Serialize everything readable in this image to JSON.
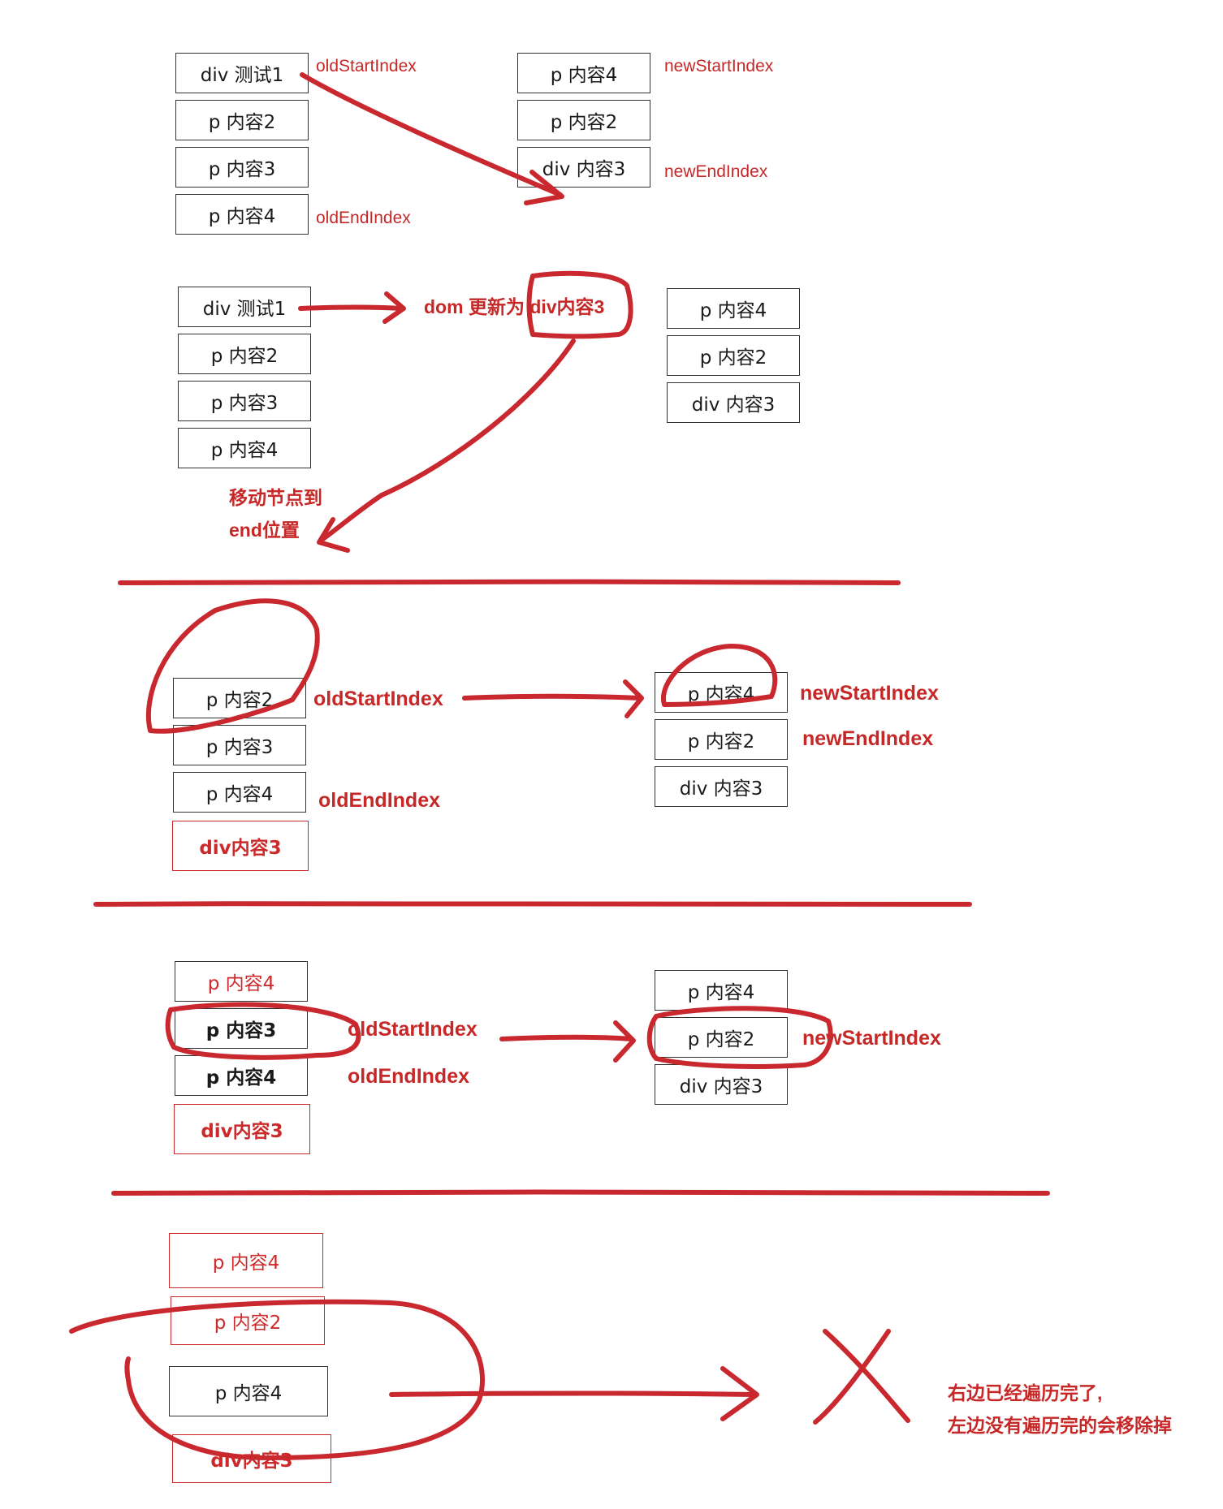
{
  "step1": {
    "old_nodes": [
      "div 测试1",
      "p 内容2",
      "p 内容3",
      "p 内容4"
    ],
    "new_nodes": [
      "p 内容4",
      "p 内容2",
      "div 内容3"
    ],
    "labels": {
      "old_start": "oldStartIndex",
      "old_end": "oldEndIndex",
      "new_start": "newStartIndex",
      "new_end": "newEndIndex"
    }
  },
  "step2": {
    "old_nodes": [
      "div 测试1",
      "p 内容2",
      "p 内容3",
      "p 内容4"
    ],
    "new_nodes": [
      "p 内容4",
      "p 内容2",
      "div 内容3"
    ],
    "dom_update": "dom 更新为 div内容3",
    "move_line1": "移动节点到",
    "move_line2": "end位置"
  },
  "step3": {
    "old_nodes": [
      "p 内容2",
      "p 内容3",
      "p 内容4"
    ],
    "moved_node": "div内容3",
    "new_nodes": [
      "p 内容4",
      "p 内容2",
      "div 内容3"
    ],
    "labels": {
      "old_start": "oldStartIndex",
      "old_end": "oldEndIndex",
      "new_start": "newStartIndex",
      "new_end": "newEndIndex"
    }
  },
  "step4": {
    "old_nodes": [
      "p 内容4",
      "p 内容3",
      "p 内容4",
      "div内容3"
    ],
    "new_nodes": [
      "p 内容4",
      "p 内容2",
      "div 内容3"
    ],
    "labels": {
      "old_start": "oldStartIndex",
      "old_end": "oldEndIndex",
      "new_start": "newStartIndex"
    }
  },
  "step5": {
    "old_nodes": [
      "p 内容4",
      "p 内容2",
      "p 内容4",
      "div内容3"
    ],
    "note_line1": "右边已经遍历完了,",
    "note_line2": "左边没有遍历完的会移除掉"
  },
  "colors": {
    "ink": "#c8282e",
    "label": "#c62828",
    "box_border": "#333333"
  }
}
